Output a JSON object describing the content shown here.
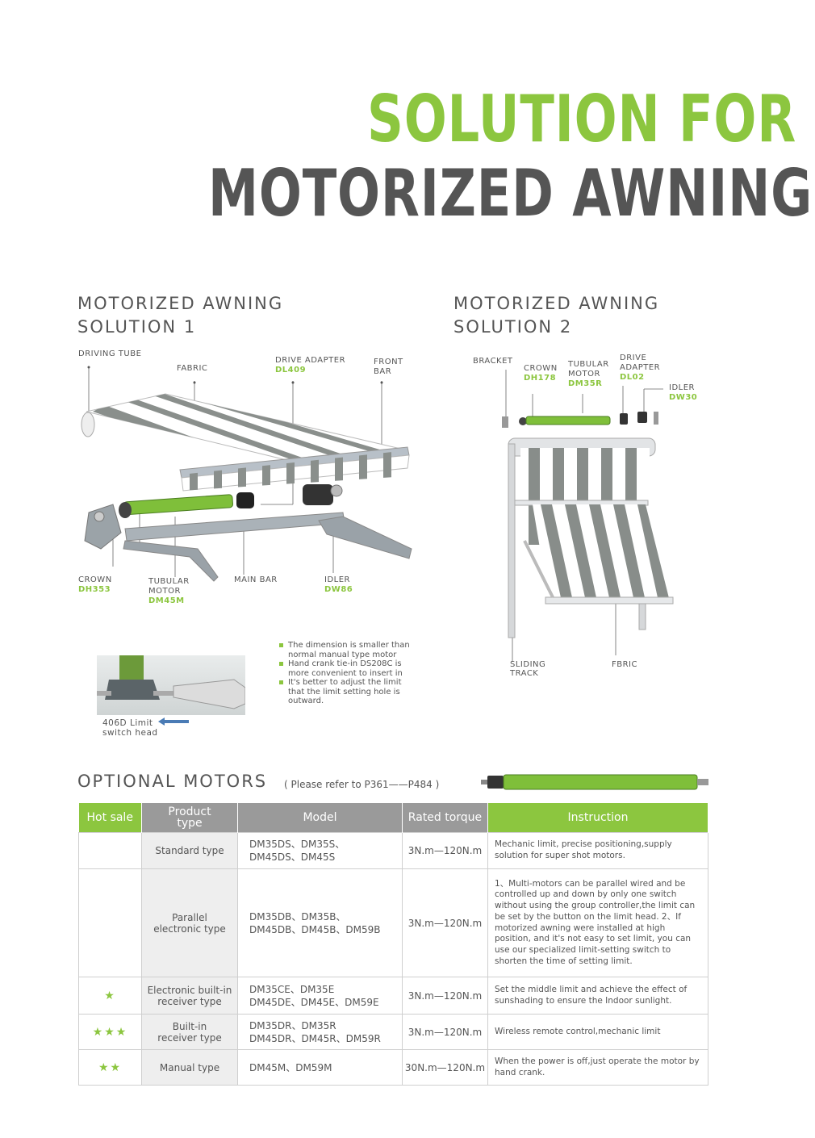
{
  "header": {
    "line1": "SOLUTION FOR",
    "line2": "MOTORIZED AWNING"
  },
  "solution1": {
    "title_line1": "MOTORIZED AWNING",
    "title_line2": "SOLUTION 1",
    "labels": {
      "driving_tube": "DRIVING TUBE",
      "fabric": "FABRIC",
      "drive_adapter": "DRIVE ADAPTER",
      "drive_adapter_code": "DL409",
      "front_bar_1": "FRONT",
      "front_bar_2": "BAR",
      "crown": "CROWN",
      "crown_code": "DH353",
      "tubular_motor_1": "TUBULAR",
      "tubular_motor_2": "MOTOR",
      "tubular_motor_code": "DM45M",
      "main_bar": "MAIN BAR",
      "idler": "IDLER",
      "idler_code": "DW86"
    },
    "notes": [
      "The dimension is smaller than normal manual type motor",
      "Hand crank tie-in DS208C is more convenient to insert in",
      "It's better to adjust the limit that the limit setting hole is outward."
    ],
    "limit_head_1": "406D Limit",
    "limit_head_2": "switch head"
  },
  "solution2": {
    "title_line1": "MOTORIZED AWNING",
    "title_line2": "SOLUTION 2",
    "labels": {
      "bracket": "BRACKET",
      "crown": "CROWN",
      "crown_code": "DH178",
      "tubular_1": "TUBULAR",
      "tubular_2": "MOTOR",
      "tubular_code": "DM35R",
      "drive_1": "DRIVE",
      "drive_2": "ADAPTER",
      "drive_code": "DL02",
      "idler": "IDLER",
      "idler_code": "DW30",
      "sliding_1": "SLIDING",
      "sliding_2": "TRACK",
      "fbric": "FBRIC"
    }
  },
  "optional": {
    "title": "OPTIONAL  MOTORS",
    "note": "( Please refer to P361——P484 )",
    "headers": {
      "hot": "Hot sale",
      "product_1": "Product",
      "product_2": "type",
      "model": "Model",
      "torque": "Rated torque",
      "instruction": "Instruction"
    },
    "rows": [
      {
        "hot": "",
        "type_1": "Standard type",
        "type_2": "",
        "model_1": "DM35DS、DM35S、",
        "model_2": "DM45DS、DM45S",
        "torque": "3N.m—120N.m",
        "instr": "Mechanic limit, precise positioning,supply solution for super shot motors."
      },
      {
        "hot": "",
        "type_1": "Parallel",
        "type_2": "electronic type",
        "model_1": "DM35DB、DM35B、",
        "model_2": "DM45DB、DM45B、DM59B",
        "torque": "3N.m—120N.m",
        "instr": "1、Multi-motors can be parallel wired and be controlled up and down by only one switch without using the group controller,the limit can be set by the button on the limit head. 2、If motorized awning were installed at high position, and  it's not easy to set limit, you can use our specialized limit-setting switch to shorten the time of setting limit."
      },
      {
        "hot": "★",
        "type_1": "Electronic built-in",
        "type_2": "receiver type",
        "model_1": "DM35CE、DM35E",
        "model_2": "DM45DE、DM45E、DM59E",
        "torque": "3N.m—120N.m",
        "instr": "Set the middle limit and achieve the effect of sunshading to ensure the Indoor sunlight."
      },
      {
        "hot": "★★★",
        "type_1": "Built-in",
        "type_2": "receiver type",
        "model_1": "DM35DR、DM35R",
        "model_2": "DM45DR、DM45R、DM59R",
        "torque": "3N.m—120N.m",
        "instr": "Wireless remote control,mechanic limit"
      },
      {
        "hot": "★★",
        "type_1": "Manual type",
        "type_2": "",
        "model_1": "DM45M、DM59M",
        "model_2": "",
        "torque": "30N.m—120N.m",
        "instr": "When the power is off,just operate the motor by hand crank."
      }
    ]
  },
  "colors": {
    "accent_green": "#8cc63f",
    "dark_gray": "#555555",
    "header_gray": "#9a9a9a"
  }
}
